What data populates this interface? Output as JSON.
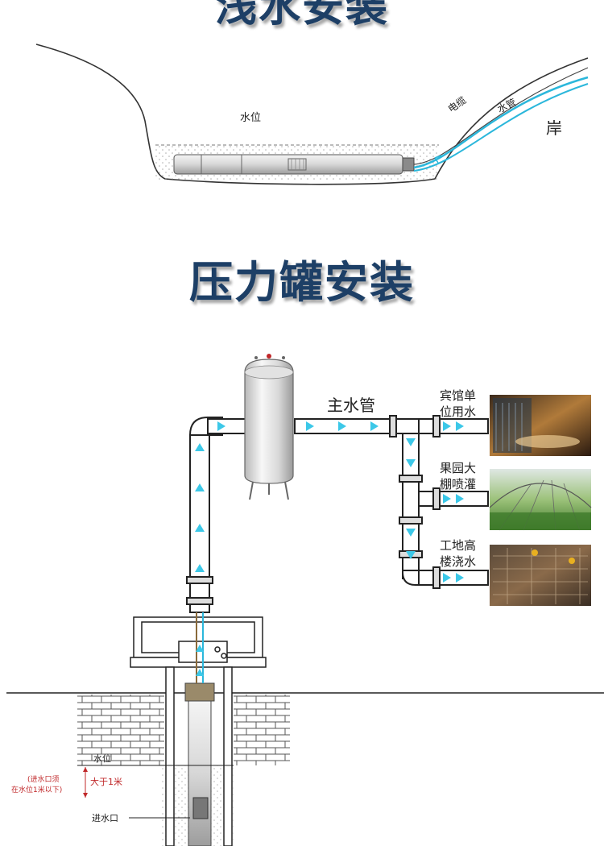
{
  "sections": {
    "shallow_title": "浅水安装",
    "tank_title": "压力罐安装"
  },
  "shallow": {
    "water_level_label": "水位",
    "cable_label": "电缆",
    "pipe_label": "水管",
    "bank_label": "岸"
  },
  "tank": {
    "main_pipe_label": "主水管",
    "applications": [
      {
        "line1": "宾馆单",
        "line2": "位用水"
      },
      {
        "line1": "果园大",
        "line2": "棚喷灌"
      },
      {
        "line1": "工地高",
        "line2": "楼浇水"
      }
    ],
    "well": {
      "water_level_label": "水位",
      "intake_label": "进水口",
      "distance_label": "大于1米",
      "note_line1": "(进水口须",
      "note_line2": "在水位1米以下)"
    }
  },
  "colors": {
    "title": "#1d3f66",
    "flow_arrow": "#3cc8e8",
    "note_red": "#c0282a",
    "pipe_outline": "#222222"
  }
}
